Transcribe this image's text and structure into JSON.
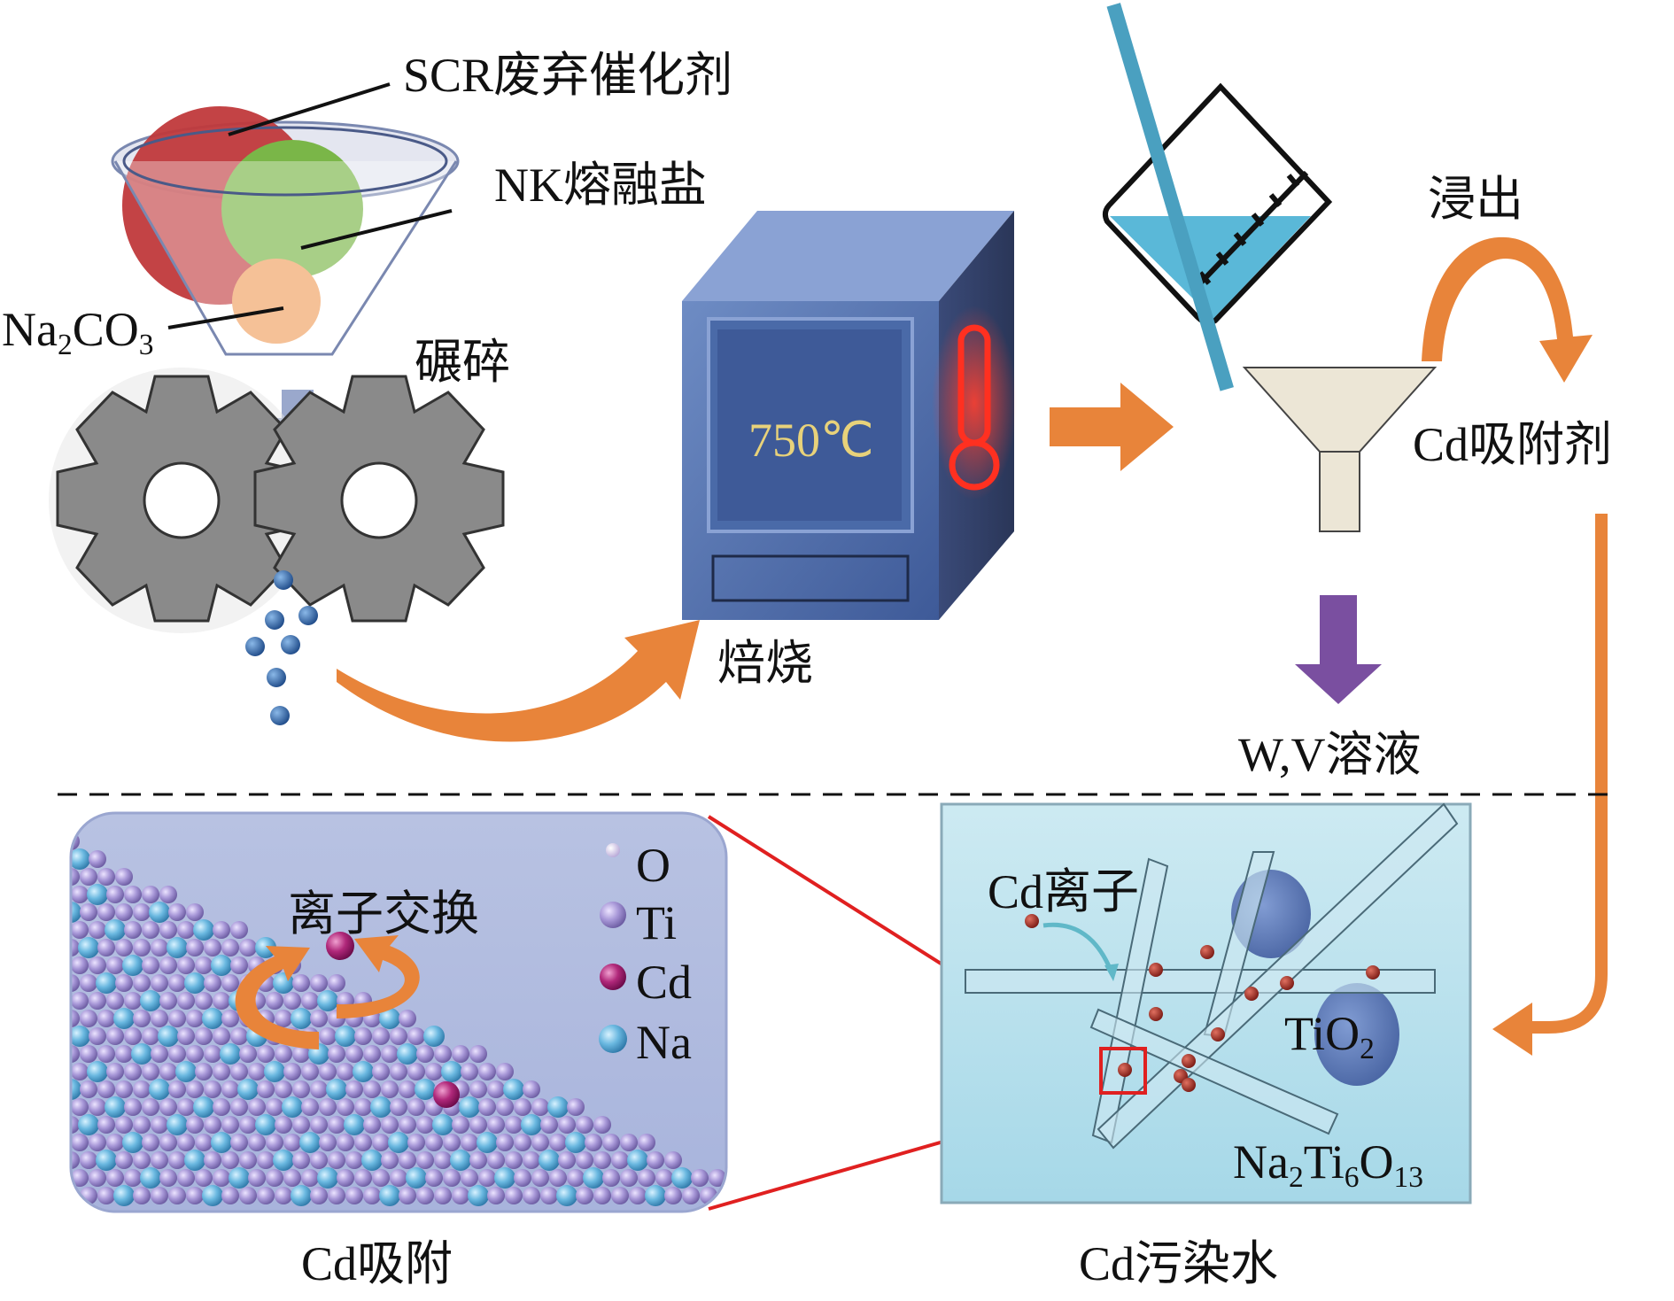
{
  "title": "SCR spent catalyst to Cd adsorbent process diagram",
  "labels": {
    "scr_catalyst": "SCR废弃催化剂",
    "nk_salt": "NK熔融盐",
    "na2co3": {
      "base": "Na",
      "sub1": "2",
      "mid": "CO",
      "sub2": "3"
    },
    "crush": "碾碎",
    "roast": "焙烧",
    "temperature": "750℃",
    "leach": "浸出",
    "cd_adsorbent": "Cd吸附剂",
    "wv_solution": "W,V溶液",
    "cd_ion": "Cd离子",
    "tio2": {
      "base": "TiO",
      "sub": "2"
    },
    "na2ti6o13": {
      "a": "Na",
      "s1": "2",
      "b": "Ti",
      "s2": "6",
      "c": "O",
      "s3": "13"
    },
    "ion_exchange": "离子交换",
    "cd_adsorption": "Cd吸附",
    "cd_polluted_water": "Cd污染水"
  },
  "legend": [
    {
      "label": "O",
      "color": "#e4dcf0"
    },
    {
      "label": "Ti",
      "color": "#a898d8"
    },
    {
      "label": "Cd",
      "color": "#b0287a"
    },
    {
      "label": "Na",
      "color": "#6ab8e0"
    }
  ],
  "colors": {
    "scr": "#c0393b",
    "nk": "#7ab648",
    "na2co3": "#f0a060",
    "furnace": "#4a6aa8",
    "arrow_orange": "#e8843a",
    "arrow_purple": "#7a4fa0",
    "liquid": "#5ab8d8",
    "box_water": "#b4e0ec",
    "zoom_red": "#e02020"
  }
}
